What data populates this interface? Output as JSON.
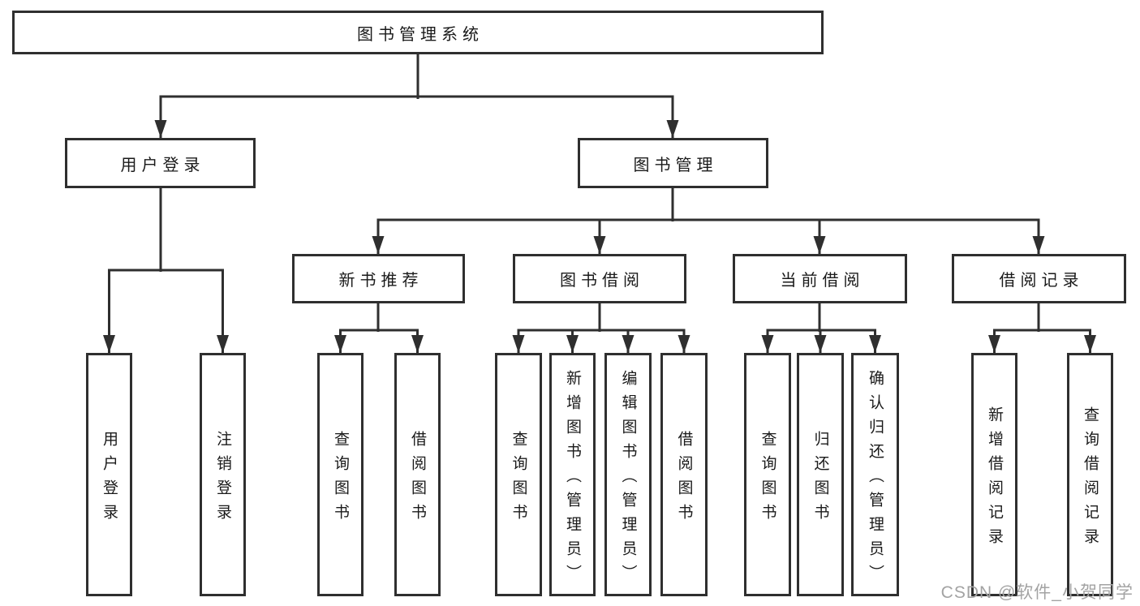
{
  "diagram": {
    "root": "图书管理系统",
    "user_branch": {
      "label": "用户登录",
      "children": [
        "用户登录",
        "注销登录"
      ]
    },
    "book_branch": {
      "label": "图书管理",
      "groups": [
        {
          "label": "新书推荐",
          "children": [
            "查询图书",
            "借阅图书"
          ]
        },
        {
          "label": "图书借阅",
          "children": [
            "查询图书",
            "新增图书（管理员）",
            "编辑图书（管理员）",
            "借阅图书"
          ]
        },
        {
          "label": "当前借阅",
          "children": [
            "查询图书",
            "归还图书",
            "确认归还（管理员）"
          ]
        },
        {
          "label": "借阅记录",
          "children": [
            "新增借阅记录",
            "查询借阅记录"
          ]
        }
      ]
    }
  },
  "watermark": "CSDN @软件_小贺同学",
  "colors": {
    "line": "#2f2f2f",
    "text": "#1a1a1a",
    "watermark": "#a3a3a3",
    "background": "#ffffff"
  }
}
